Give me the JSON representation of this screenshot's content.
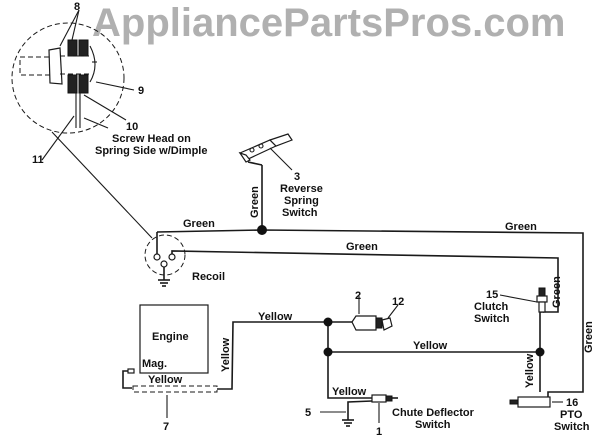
{
  "watermark": "AppliancePartsPros.com",
  "callouts": {
    "c1": "1",
    "c2": "2",
    "c3": "3",
    "c5": "5",
    "c7": "7",
    "c8": "8",
    "c9": "9",
    "c10": "10",
    "c11": "11",
    "c12": "12",
    "c15": "15",
    "c16": "16"
  },
  "detail_note": {
    "line1": "Screw Head on",
    "line2": "Spring Side w/Dimple"
  },
  "components": {
    "reverse_switch": {
      "line1": "Reverse",
      "line2": "Spring",
      "line3": "Switch"
    },
    "recoil": "Recoil",
    "engine": "Engine",
    "mag": "Mag.",
    "clutch_switch": {
      "line1": "Clutch",
      "line2": "Switch"
    },
    "chute_switch": {
      "line1": "Chute Deflector",
      "line2": "Switch"
    },
    "pto_switch": {
      "line1": "PTO",
      "line2": "Switch"
    }
  },
  "wires": {
    "green_vertical_reverse": "Green",
    "green_top_left": "Green",
    "green_top_right": "Green",
    "green_middle": "Green",
    "green_clutch": "Green",
    "green_right": "Green",
    "yellow_engine_top": "Yellow",
    "yellow_engine_vertical": "Yellow",
    "yellow_engine_bottom": "Yellow",
    "yellow_middle": "Yellow",
    "yellow_chute": "Yellow",
    "yellow_pto": "Yellow"
  }
}
